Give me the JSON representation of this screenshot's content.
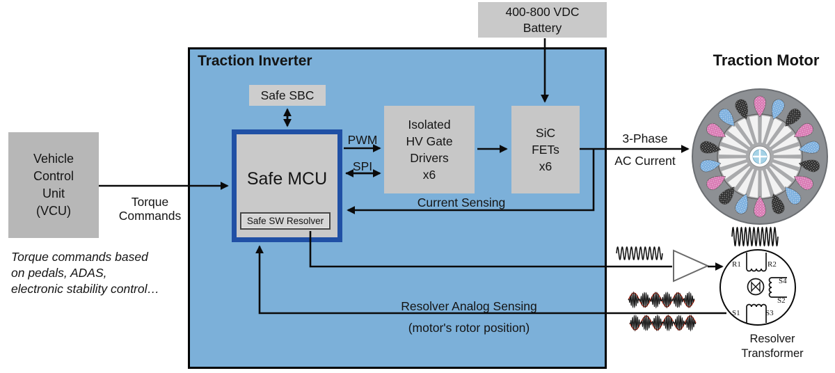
{
  "inverter": {
    "title": "Traction Inverter"
  },
  "vcu": {
    "lines": [
      "Vehicle",
      "Control",
      "Unit",
      "(VCU)"
    ]
  },
  "vcu_note": {
    "lines": [
      "Torque commands based",
      "on pedals, ADAS,",
      "electronic stability control…"
    ]
  },
  "torque_label": {
    "lines": [
      "Torque",
      "Commands"
    ]
  },
  "battery": {
    "lines": [
      "400-800 VDC",
      "Battery"
    ]
  },
  "safe_sbc": {
    "label": "Safe SBC"
  },
  "safe_mcu": {
    "label": "Safe MCU",
    "sub_label": "Safe SW Resolver"
  },
  "gate_drivers": {
    "lines": [
      "Isolated",
      "HV Gate",
      "Drivers",
      "x6"
    ]
  },
  "sic_fets": {
    "lines": [
      "SiC",
      "FETs",
      "x6"
    ]
  },
  "signals": {
    "pwm": "PWM",
    "spi": "SPI",
    "current_sensing": "Current Sensing",
    "resolver_sensing": "Resolver Analog Sensing",
    "resolver_sensing_sub": "(motor's rotor position)",
    "three_phase_line1": "3-Phase",
    "three_phase_line2": "AC Current"
  },
  "motor": {
    "title": "Traction Motor"
  },
  "resolver": {
    "title_lines": [
      "Resolver",
      "Transformer"
    ],
    "terminals": {
      "r1": "R1",
      "r2": "R2",
      "s1": "S1",
      "s2": "S2",
      "s3": "S3",
      "s4": "S4"
    }
  },
  "colors": {
    "inverter_fill": "#7cb0d9",
    "box_gray": "#c7c7c7",
    "vcu_gray": "#b7b7b7",
    "mcu_border": "#2050a5",
    "wave_red": "#d43b25",
    "motor_pink": "#d877b2",
    "motor_blue": "#7aaede",
    "slot_dark": "#2b2b2b",
    "motor_ring": "#8d9094",
    "motor_core": "#a9aaac"
  }
}
